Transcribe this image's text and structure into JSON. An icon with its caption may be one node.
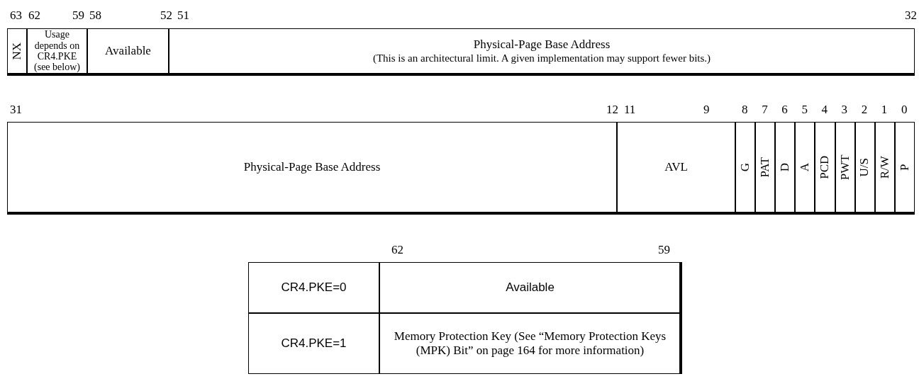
{
  "diagram": {
    "nodes": [
      {
        "text": [
          "NX"
        ]
      },
      {
        "text": [
          "Usage depends on CR4.PKE (see below)"
        ]
      },
      {
        "text": [
          "Available"
        ]
      },
      {
        "text": [
          "Physical-Page Base Address",
          "(This is an architectural limit. A given implementation may support fewer bits.)"
        ]
      },
      {
        "text": [
          "Physical-Page Base Address"
        ]
      },
      {
        "text": [
          "AVL"
        ]
      },
      {
        "text": [
          "G"
        ]
      },
      {
        "text": [
          "PAT"
        ]
      },
      {
        "text": [
          "D"
        ]
      },
      {
        "text": [
          "A"
        ]
      },
      {
        "text": [
          "PCD"
        ]
      },
      {
        "text": [
          "PWT"
        ]
      },
      {
        "text": [
          "U/S"
        ]
      },
      {
        "text": [
          "R/W"
        ]
      },
      {
        "text": [
          "P"
        ]
      },
      {
        "text": [
          "CR4.PKE=0"
        ]
      },
      {
        "text": [
          "Available"
        ]
      },
      {
        "text": [
          "CR4.PKE=1"
        ]
      },
      {
        "text": [
          "Memory Protection Key (See “Memory Protection Keys (MPK) Bit” on page 164 for more information)"
        ]
      }
    ],
    "labels": [
      "63",
      "62",
      "59",
      "58",
      "52",
      "51",
      "32",
      "31",
      "12",
      "11",
      "9",
      "8",
      "7",
      "6",
      "5",
      "4",
      "3",
      "2",
      "1",
      "0",
      "62",
      "59"
    ]
  }
}
